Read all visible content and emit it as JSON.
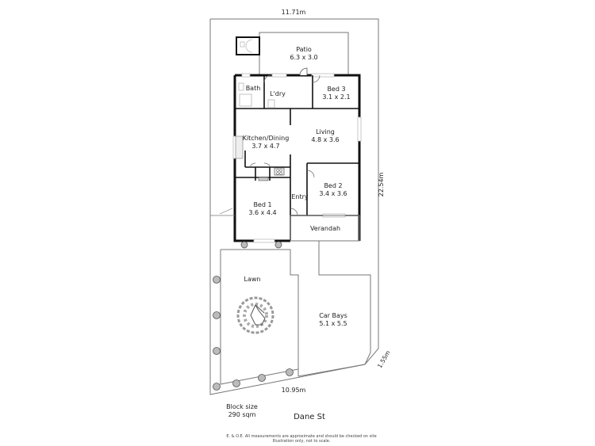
{
  "plan": {
    "dimensions": {
      "top": "11.71m",
      "right": "22.54m",
      "bottom": "10.95m",
      "corner": "1.55m"
    },
    "rooms": {
      "patio": {
        "name": "Patio",
        "size": "6.3 x 3.0"
      },
      "bath": {
        "name": "Bath"
      },
      "laundry": {
        "name": "L'dry"
      },
      "bed3": {
        "name": "Bed 3",
        "size": "3.1 x 2.1"
      },
      "kitchen": {
        "name": "Kitchen/Dining",
        "size": "3.7 x 4.7"
      },
      "living": {
        "name": "Living",
        "size": "4.8 x 3.6"
      },
      "bed2": {
        "name": "Bed 2",
        "size": "3.4 x 3.6"
      },
      "entry": {
        "name": "Entry"
      },
      "bed1": {
        "name": "Bed 1",
        "size": "3.6 x 4.4"
      },
      "verandah": {
        "name": "Verandah"
      },
      "lawn": {
        "name": "Lawn"
      },
      "carbays": {
        "name": "Car Bays",
        "size": "5.1 x 5.5"
      }
    },
    "block": {
      "label": "Block size",
      "area": "290 sqm"
    },
    "street": "Dane St",
    "disclaimer": {
      "line1": "E. & O.E. All measurements are approximate and should be checked on site",
      "line2": "Illustration only, not to scale."
    },
    "colors": {
      "wall": "#111111",
      "boundary": "#777777",
      "inner": "#555555"
    }
  }
}
